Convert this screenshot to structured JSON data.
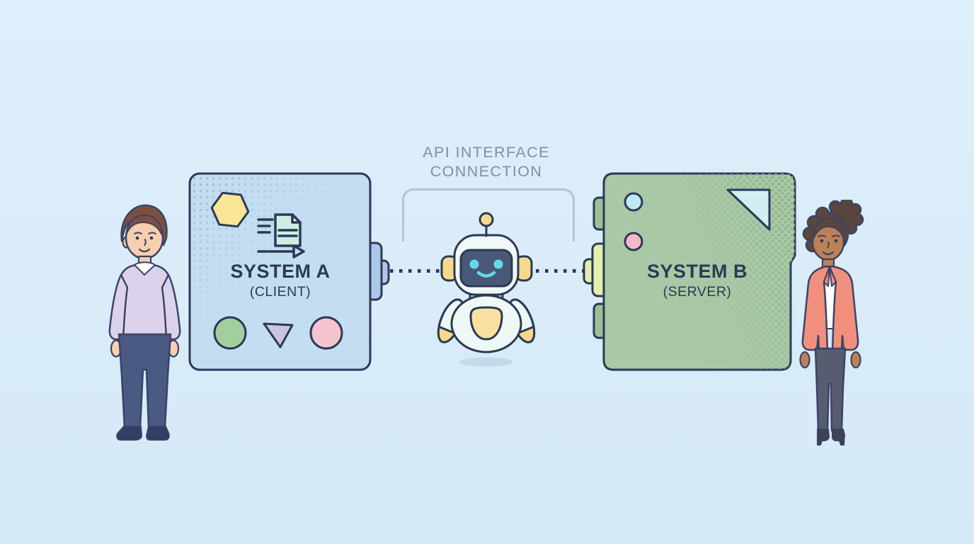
{
  "scene": {
    "background_color": "#d8ebf8",
    "description": "Two systems connected through an API interface with a friendly robot mediator, a man on the left and a woman on the right"
  },
  "title": {
    "line1": "API INTERFACE",
    "line2": "CONNECTION",
    "color": "#7e90a8"
  },
  "system_a": {
    "name": "SYSTEM A",
    "role": "(CLIENT)",
    "fill_color": "#c4def1",
    "border_color": "#2c3957",
    "icons": [
      "hexagon-icon",
      "document-transfer-icon",
      "circle-green-icon",
      "triangle-purple-icon",
      "circle-pink-icon"
    ],
    "shape_colors": {
      "hexagon": "#f8e596",
      "green_circle": "#a3cf9e",
      "purple_triangle": "#c9c4e4",
      "pink_circle": "#f6c4d0",
      "connector_tab": "#abc8e8"
    }
  },
  "system_b": {
    "name": "SYSTEM B",
    "role": "(SERVER)",
    "fill_color": "#a9c9a6",
    "border_color": "#2c3957",
    "icons": [
      "circle-cyan-icon",
      "circle-pink-icon",
      "folded-corner-icon"
    ],
    "shape_colors": {
      "cyan_circle": "#c0e6f2",
      "pink_circle": "#f5b8c9",
      "folded_corner": "#d3edf5",
      "green_tab": "#9cbf99",
      "yellow_tab": "#e6edaf"
    }
  },
  "connection": {
    "line_style": "dotted",
    "line_color": "#2c3957",
    "bracket_color": "#b6c3d2"
  },
  "robot": {
    "head_color": "#f1f9f7",
    "screen_color": "#4a5878",
    "eye_color": "#66d9e8",
    "accent_color": "#f6d98a",
    "belly_color": "#f9e2a1"
  }
}
